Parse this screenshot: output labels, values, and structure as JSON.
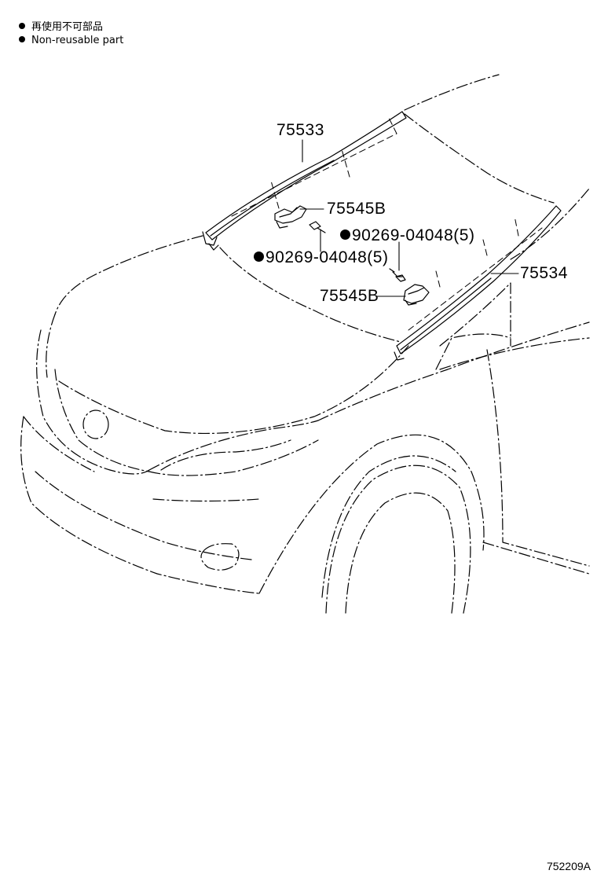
{
  "legend": {
    "items": [
      {
        "symbol_icon": "filled-circle-icon",
        "text": "再使用不可部品"
      },
      {
        "symbol_icon": "filled-circle-icon",
        "text": "Non-reusable part"
      }
    ]
  },
  "callouts": {
    "molding_left": "75533",
    "clip_upper": "75545B",
    "clip_lower": "75545B",
    "screw_right": "90269-04048(5)",
    "screw_left": "90269-04048(5)",
    "molding_right": "75534"
  },
  "non_reusable_marker_icon": "filled-circle-icon",
  "illustration_number": "752209A"
}
